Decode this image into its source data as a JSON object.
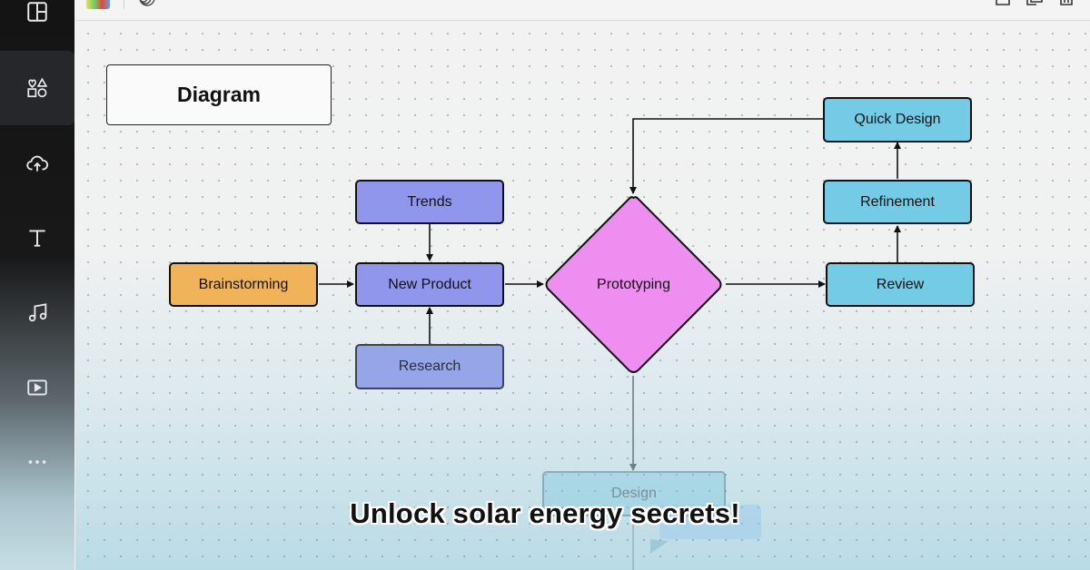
{
  "diagram": {
    "title": "Diagram",
    "nodes": {
      "brainstorming": "Brainstorming",
      "trends": "Trends",
      "new_product": "New Product",
      "research": "Research",
      "prototyping": "Prototyping",
      "review": "Review",
      "refinement": "Refinement",
      "quick_design": "Quick Design",
      "design": "Design"
    }
  },
  "caption": "Unlock solar energy secrets!",
  "colors": {
    "orange": "#f1b35a",
    "purple": "#8f96ec",
    "purple_light": "#95a5e8",
    "pink": "#ee8ef0",
    "blue": "#73cbe5",
    "sidebar": "#141414"
  },
  "sidebar": {
    "items": [
      {
        "icon": "layout-icon"
      },
      {
        "icon": "elements-icon",
        "active": true
      },
      {
        "icon": "upload-cloud-icon"
      },
      {
        "icon": "text-icon"
      },
      {
        "icon": "music-note-icon"
      },
      {
        "icon": "video-play-icon"
      },
      {
        "icon": "more-dots-icon"
      }
    ]
  },
  "topbar": {
    "icons": [
      "color-swatch-icon",
      "animate-icon",
      "copy-icon",
      "add-page-icon",
      "delete-icon"
    ]
  }
}
